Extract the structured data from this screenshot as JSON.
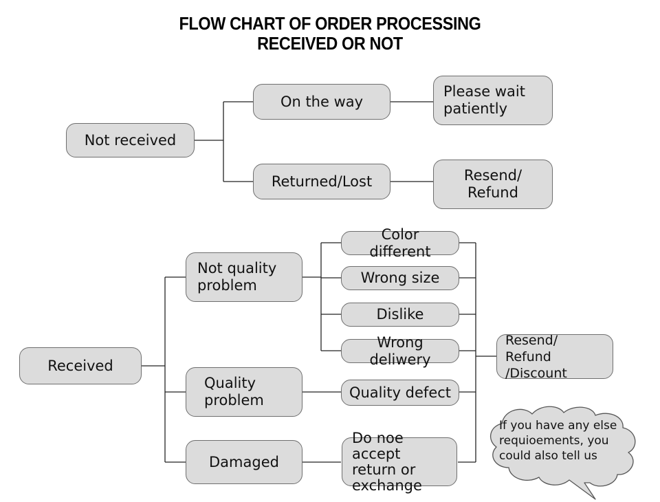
{
  "title": {
    "line1": "FLOW CHART OF ORDER PROCESSING",
    "line2": "RECEIVED OR NOT"
  },
  "colors": {
    "node_fill": "#dcdcdc",
    "node_border": "#6e6e6e",
    "connector": "#222222",
    "background": "#ffffff",
    "text": "#111111"
  },
  "branches": {
    "not_received": {
      "root": "Not received",
      "children": [
        {
          "label": "On the way",
          "outcome": "Please wait\npatiently"
        },
        {
          "label": "Returned/Lost",
          "outcome": "Resend/\nRefund"
        }
      ]
    },
    "received": {
      "root": "Received",
      "categories": [
        {
          "label": "Not quality\nproblem",
          "reasons": [
            "Color different",
            "Wrong size",
            "Dislike",
            "Wrong deliwery"
          ]
        },
        {
          "label": "Quality\nproblem",
          "reasons": [
            "Quality defect"
          ]
        },
        {
          "label": "Damaged",
          "reasons": [
            "Do noe accept\nreturn or\nexchange"
          ]
        }
      ],
      "outcome": "Resend/ Refund\n/Discount"
    }
  },
  "nodes": {
    "not_received": "Not received",
    "on_the_way": "On the way",
    "please_wait": "Please wait\npatiently",
    "returned_lost": "Returned/Lost",
    "resend_refund": "Resend/\nRefund",
    "received": "Received",
    "not_quality_problem": "Not quality\nproblem",
    "quality_problem": "Quality\nproblem",
    "damaged": "Damaged",
    "color_different": "Color different",
    "wrong_size": "Wrong size",
    "dislike": "Dislike",
    "wrong_deliwery": "Wrong deliwery",
    "quality_defect": "Quality defect",
    "do_not_accept": "Do noe accept\nreturn or\nexchange",
    "resend_refund_discount": "Resend/ Refund\n/Discount"
  },
  "speech_bubble": {
    "text": "If you have any else\nrequioements, you\ncould also tell us"
  },
  "chart_data": {
    "type": "flowchart",
    "title": "FLOW CHART OF ORDER PROCESSING RECEIVED OR NOT",
    "orientation": "left-to-right",
    "nodes": [
      {
        "id": "not_received",
        "label": "Not received",
        "level": 1,
        "section": "not-received"
      },
      {
        "id": "on_the_way",
        "label": "On the way",
        "level": 2,
        "section": "not-received"
      },
      {
        "id": "please_wait",
        "label": "Please wait patiently",
        "level": 3,
        "section": "not-received"
      },
      {
        "id": "returned_lost",
        "label": "Returned/Lost",
        "level": 2,
        "section": "not-received"
      },
      {
        "id": "resend_refund",
        "label": "Resend/ Refund",
        "level": 3,
        "section": "not-received"
      },
      {
        "id": "received",
        "label": "Received",
        "level": 1,
        "section": "received"
      },
      {
        "id": "not_quality_problem",
        "label": "Not quality problem",
        "level": 2,
        "section": "received"
      },
      {
        "id": "quality_problem",
        "label": "Quality problem",
        "level": 2,
        "section": "received"
      },
      {
        "id": "damaged",
        "label": "Damaged",
        "level": 2,
        "section": "received"
      },
      {
        "id": "color_different",
        "label": "Color different",
        "level": 3,
        "section": "received"
      },
      {
        "id": "wrong_size",
        "label": "Wrong size",
        "level": 3,
        "section": "received"
      },
      {
        "id": "dislike",
        "label": "Dislike",
        "level": 3,
        "section": "received"
      },
      {
        "id": "wrong_deliwery",
        "label": "Wrong deliwery",
        "level": 3,
        "section": "received"
      },
      {
        "id": "quality_defect",
        "label": "Quality defect",
        "level": 3,
        "section": "received"
      },
      {
        "id": "do_not_accept",
        "label": "Do noe accept return or exchange",
        "level": 3,
        "section": "received"
      },
      {
        "id": "resend_refund_discount",
        "label": "Resend/ Refund /Discount",
        "level": 4,
        "section": "received"
      },
      {
        "id": "note_bubble",
        "label": "If you have any else requioements, you could also tell us",
        "level": 4,
        "section": "note",
        "shape": "cloud-callout"
      }
    ],
    "edges": [
      {
        "from": "not_received",
        "to": "on_the_way"
      },
      {
        "from": "not_received",
        "to": "returned_lost"
      },
      {
        "from": "on_the_way",
        "to": "please_wait"
      },
      {
        "from": "returned_lost",
        "to": "resend_refund"
      },
      {
        "from": "received",
        "to": "not_quality_problem"
      },
      {
        "from": "received",
        "to": "quality_problem"
      },
      {
        "from": "received",
        "to": "damaged"
      },
      {
        "from": "not_quality_problem",
        "to": "color_different"
      },
      {
        "from": "not_quality_problem",
        "to": "wrong_size"
      },
      {
        "from": "not_quality_problem",
        "to": "dislike"
      },
      {
        "from": "not_quality_problem",
        "to": "wrong_deliwery"
      },
      {
        "from": "quality_problem",
        "to": "quality_defect"
      },
      {
        "from": "damaged",
        "to": "do_not_accept"
      },
      {
        "from": "color_different",
        "to": "resend_refund_discount"
      },
      {
        "from": "wrong_size",
        "to": "resend_refund_discount"
      },
      {
        "from": "dislike",
        "to": "resend_refund_discount"
      },
      {
        "from": "wrong_deliwery",
        "to": "resend_refund_discount"
      },
      {
        "from": "quality_defect",
        "to": "resend_refund_discount"
      },
      {
        "from": "do_not_accept",
        "to": "resend_refund_discount"
      }
    ]
  }
}
